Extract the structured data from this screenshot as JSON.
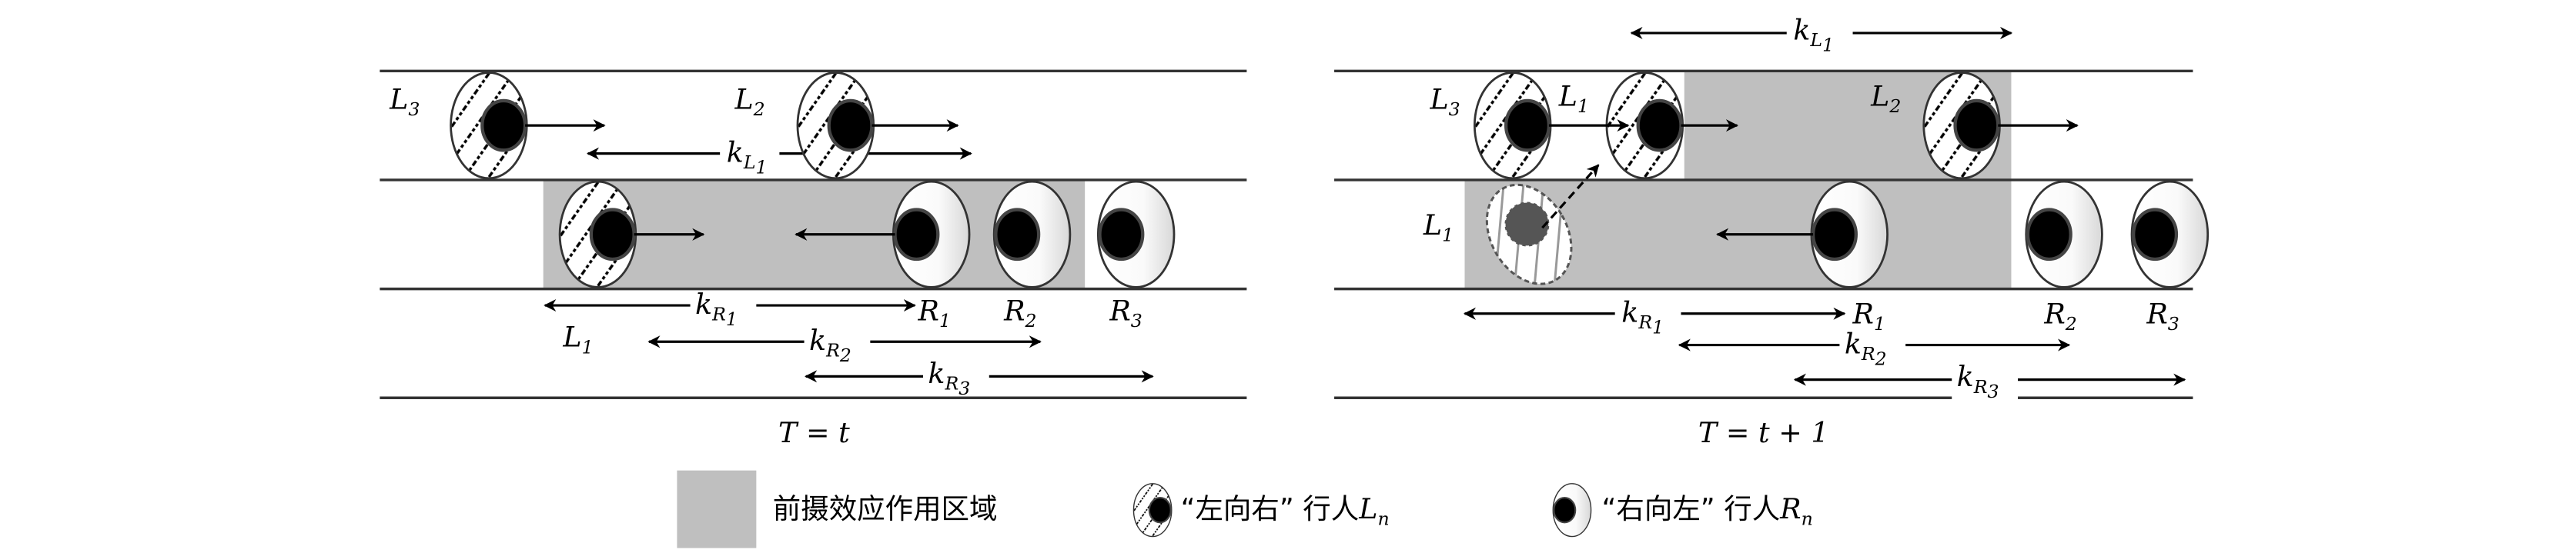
{
  "colors": {
    "zone": "#bfbfbf",
    "road": "#333333",
    "ghost_body": "#555555"
  },
  "panels": {
    "left": {
      "caption": {
        "T": "T",
        "eq": " = ",
        "rhs": "t"
      },
      "labels": {
        "L1": "L",
        "L2": "L",
        "L3": "L",
        "R1": "R",
        "R2": "R",
        "R3": "R",
        "s1": "1",
        "s2": "2",
        "s3": "3"
      },
      "k": {
        "k": "k",
        "L": "L",
        "R": "R",
        "s1": "1",
        "s2": "2",
        "s3": "3"
      }
    },
    "right": {
      "caption": {
        "T": "T",
        "eq": " = ",
        "rhs": "t + 1"
      }
    }
  },
  "legend": {
    "zone": "前摄效应作用区域",
    "ltr_prefix": "“左向右” 行人",
    "ltr_sym": "L",
    "rtl_prefix": "“右向左” 行人",
    "rtl_sym": "R",
    "n": "n"
  }
}
